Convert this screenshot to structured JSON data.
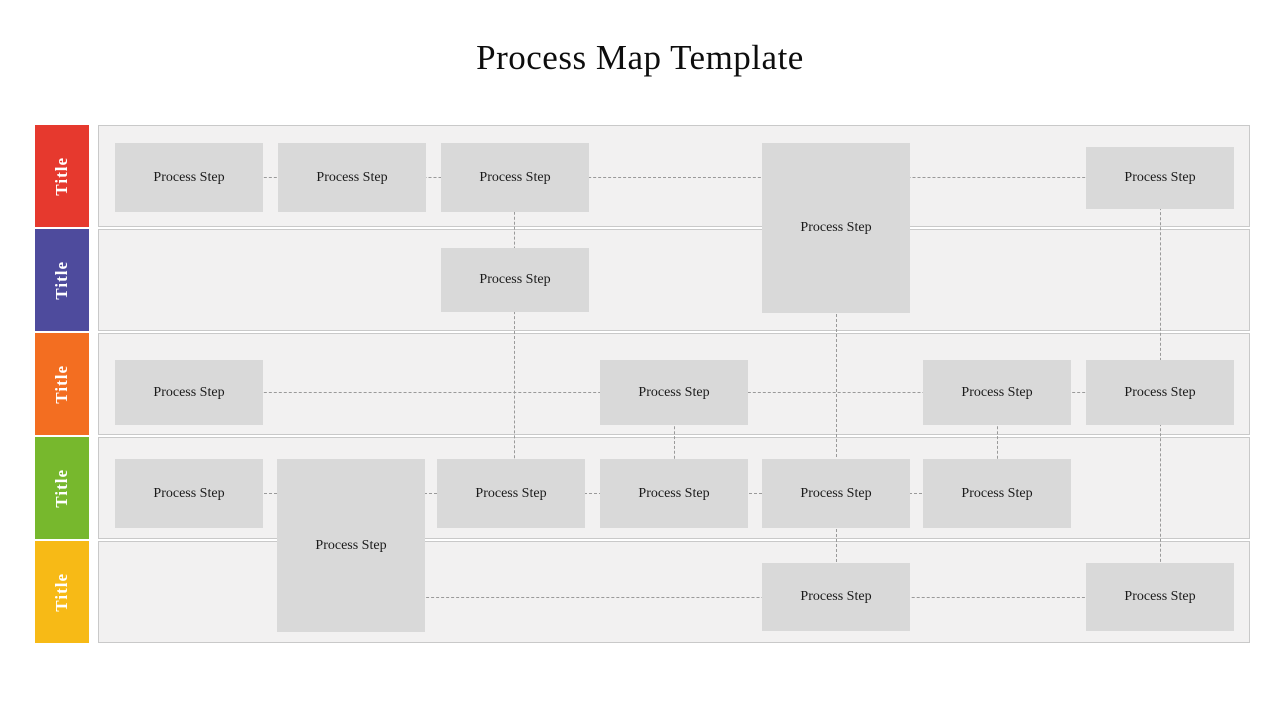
{
  "page": {
    "title": "Process Map Template"
  },
  "colors": {
    "lane_red": "#E6392E",
    "lane_indigo": "#4E4B9D",
    "lane_orange": "#F36E21",
    "lane_green": "#77B82D",
    "lane_yellow": "#F7BA16",
    "lane_background": "#F2F1F1",
    "step_background": "#D9D9D9",
    "connector": "#9A9A9A"
  },
  "lanes": [
    {
      "label": "Title",
      "color": "#E6392E"
    },
    {
      "label": "Title",
      "color": "#4E4B9D"
    },
    {
      "label": "Title",
      "color": "#F36E21"
    },
    {
      "label": "Title",
      "color": "#77B82D"
    },
    {
      "label": "Title",
      "color": "#F7BA16"
    }
  ],
  "steps": [
    {
      "label": "Process Step"
    },
    {
      "label": "Process Step"
    },
    {
      "label": "Process Step"
    },
    {
      "label": "Process Step"
    },
    {
      "label": "Process Step"
    },
    {
      "label": "Process Step"
    },
    {
      "label": "Process Step"
    },
    {
      "label": "Process Step"
    },
    {
      "label": "Process Step"
    },
    {
      "label": "Process Step"
    },
    {
      "label": "Process Step"
    },
    {
      "label": "Process Step"
    },
    {
      "label": "Process Step"
    },
    {
      "label": "Process Step"
    },
    {
      "label": "Process Step"
    },
    {
      "label": "Process Step"
    },
    {
      "label": "Process Step"
    },
    {
      "label": "Process Step"
    }
  ]
}
